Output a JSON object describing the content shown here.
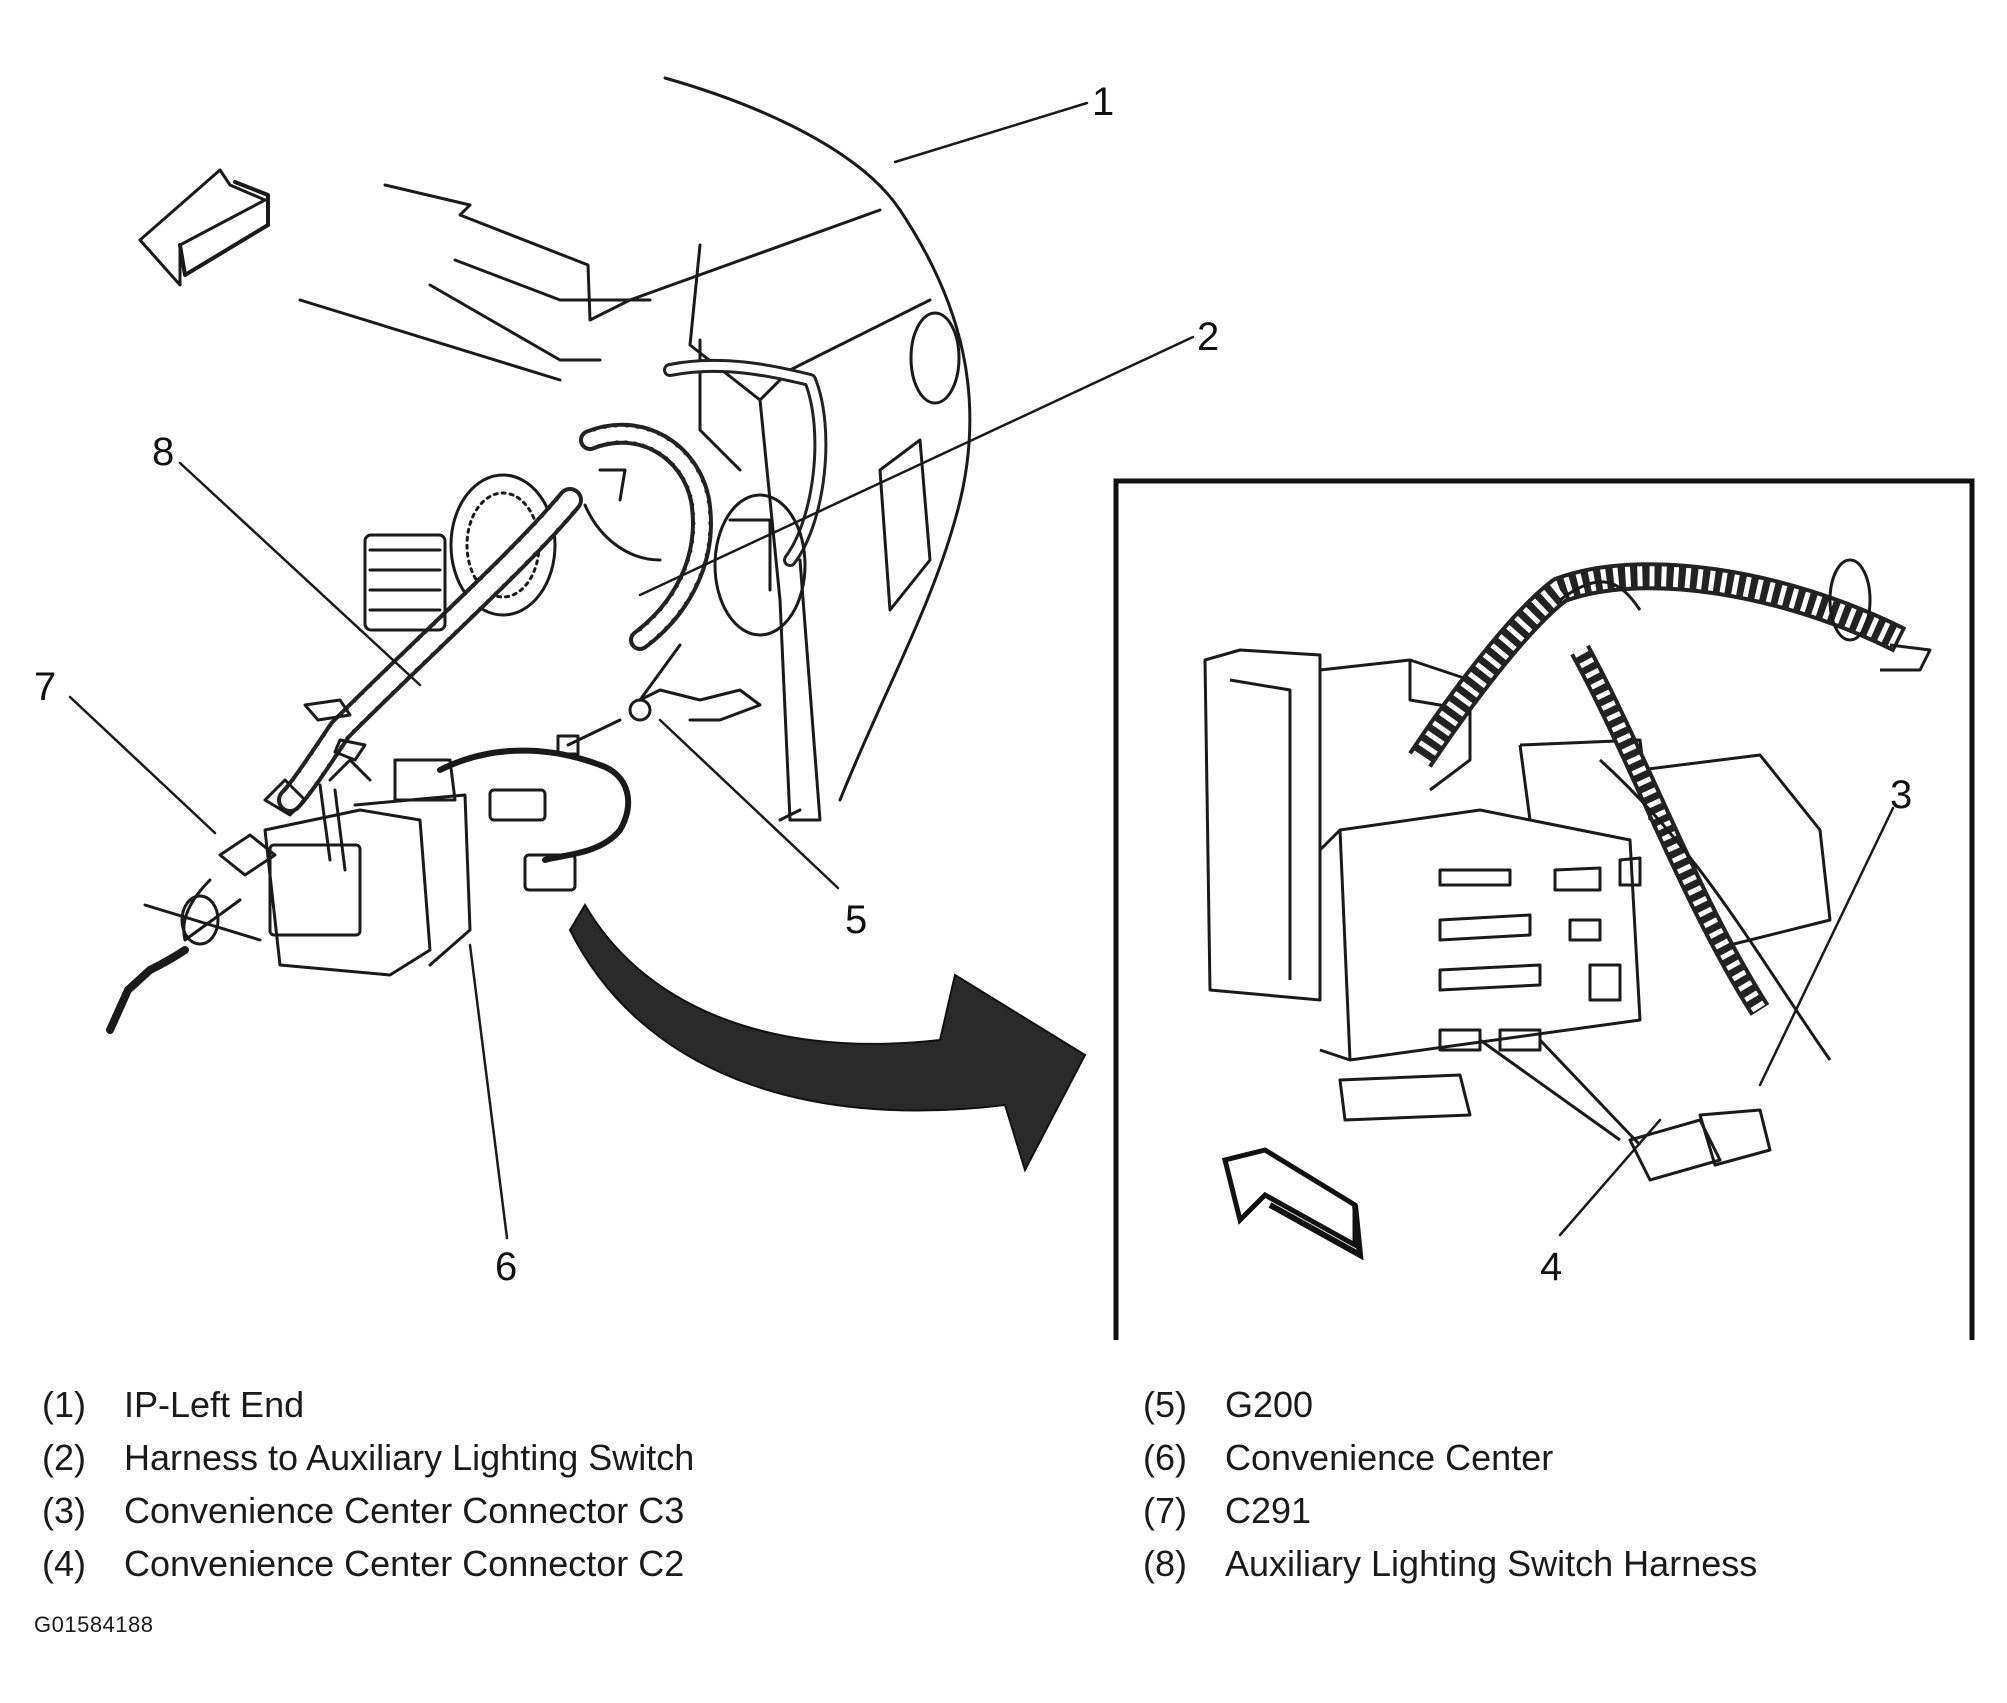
{
  "callouts": [
    "1",
    "2",
    "3",
    "4",
    "5",
    "6",
    "7",
    "8"
  ],
  "legend": {
    "left": [
      {
        "num": "(1)",
        "text": "IP-Left End"
      },
      {
        "num": "(2)",
        "text": "Harness to Auxiliary Lighting Switch"
      },
      {
        "num": "(3)",
        "text": "Convenience Center Connector C3"
      },
      {
        "num": "(4)",
        "text": "Convenience Center Connector C2"
      }
    ],
    "right": [
      {
        "num": "(5)",
        "text": "G200"
      },
      {
        "num": "(6)",
        "text": "Convenience Center"
      },
      {
        "num": "(7)",
        "text": "C291"
      },
      {
        "num": "(8)",
        "text": "Auxiliary Lighting Switch Harness"
      }
    ]
  },
  "figure_id": "G01584188"
}
